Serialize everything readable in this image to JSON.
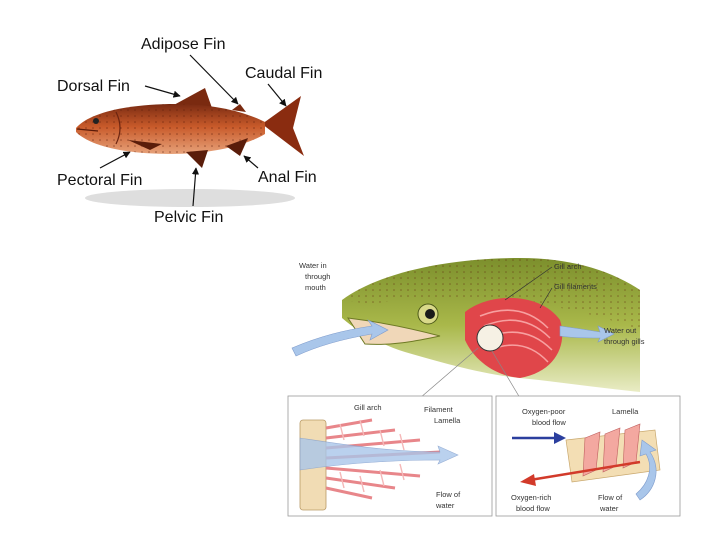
{
  "fish_anatomy": {
    "labels": {
      "adipose": "Adipose Fin",
      "dorsal": "Dorsal Fin",
      "caudal": "Caudal Fin",
      "pectoral": "Pectoral Fin",
      "anal": "Anal Fin",
      "pelvic": "Pelvic Fin"
    }
  },
  "gill_diagram": {
    "head": {
      "water_in": [
        "Water in",
        "through",
        "mouth"
      ],
      "gill_arch": "Gill arch",
      "gill_filaments": "Gill filaments",
      "water_out": [
        "Water out",
        "through gills"
      ]
    },
    "filament_detail": {
      "gill_arch": "Gill arch",
      "filament": "Filament",
      "lamella": "Lamella",
      "flow_of_water": [
        "Flow of",
        "water"
      ]
    },
    "lamella_detail": {
      "oxygen_poor": [
        "Oxygen-poor",
        "blood flow"
      ],
      "lamella": "Lamella",
      "oxygen_rich": [
        "Oxygen-rich",
        "blood flow"
      ],
      "flow_of_water": [
        "Flow of",
        "water"
      ]
    }
  },
  "colors": {
    "fish_body": "#b5471f",
    "gill_red": "#e0464a",
    "water_flow": "#a9c6ea",
    "oxygen_poor": "#2b3f9e",
    "oxygen_rich": "#d23a2a"
  }
}
